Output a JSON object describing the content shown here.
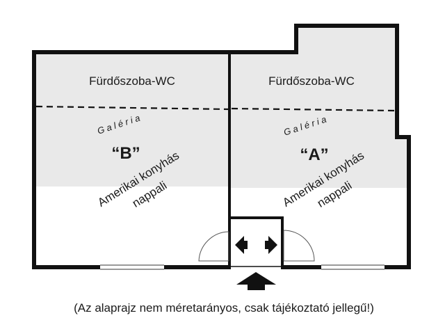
{
  "units": [
    {
      "name": "“B”",
      "bathroom": "Fürdőszoba-WC",
      "gallery": "G a l é r i a",
      "living_line1": "Amerikai konyhás",
      "living_line2": "nappali"
    },
    {
      "name": "“A”",
      "bathroom": "Fürdőszoba-WC",
      "gallery": "G a l é r i a",
      "living_line1": "Amerikai konyhás",
      "living_line2": "nappali"
    }
  ],
  "note": "(Az alaprajz nem méretarányos, csak tájékoztató jellegű!)",
  "colors": {
    "wall": "#111111",
    "gallery_fill": "#e9e9e9",
    "floor": "#ffffff"
  },
  "icons": [
    "entrance-arrow-icon",
    "left-arrow-icon",
    "right-arrow-icon"
  ]
}
